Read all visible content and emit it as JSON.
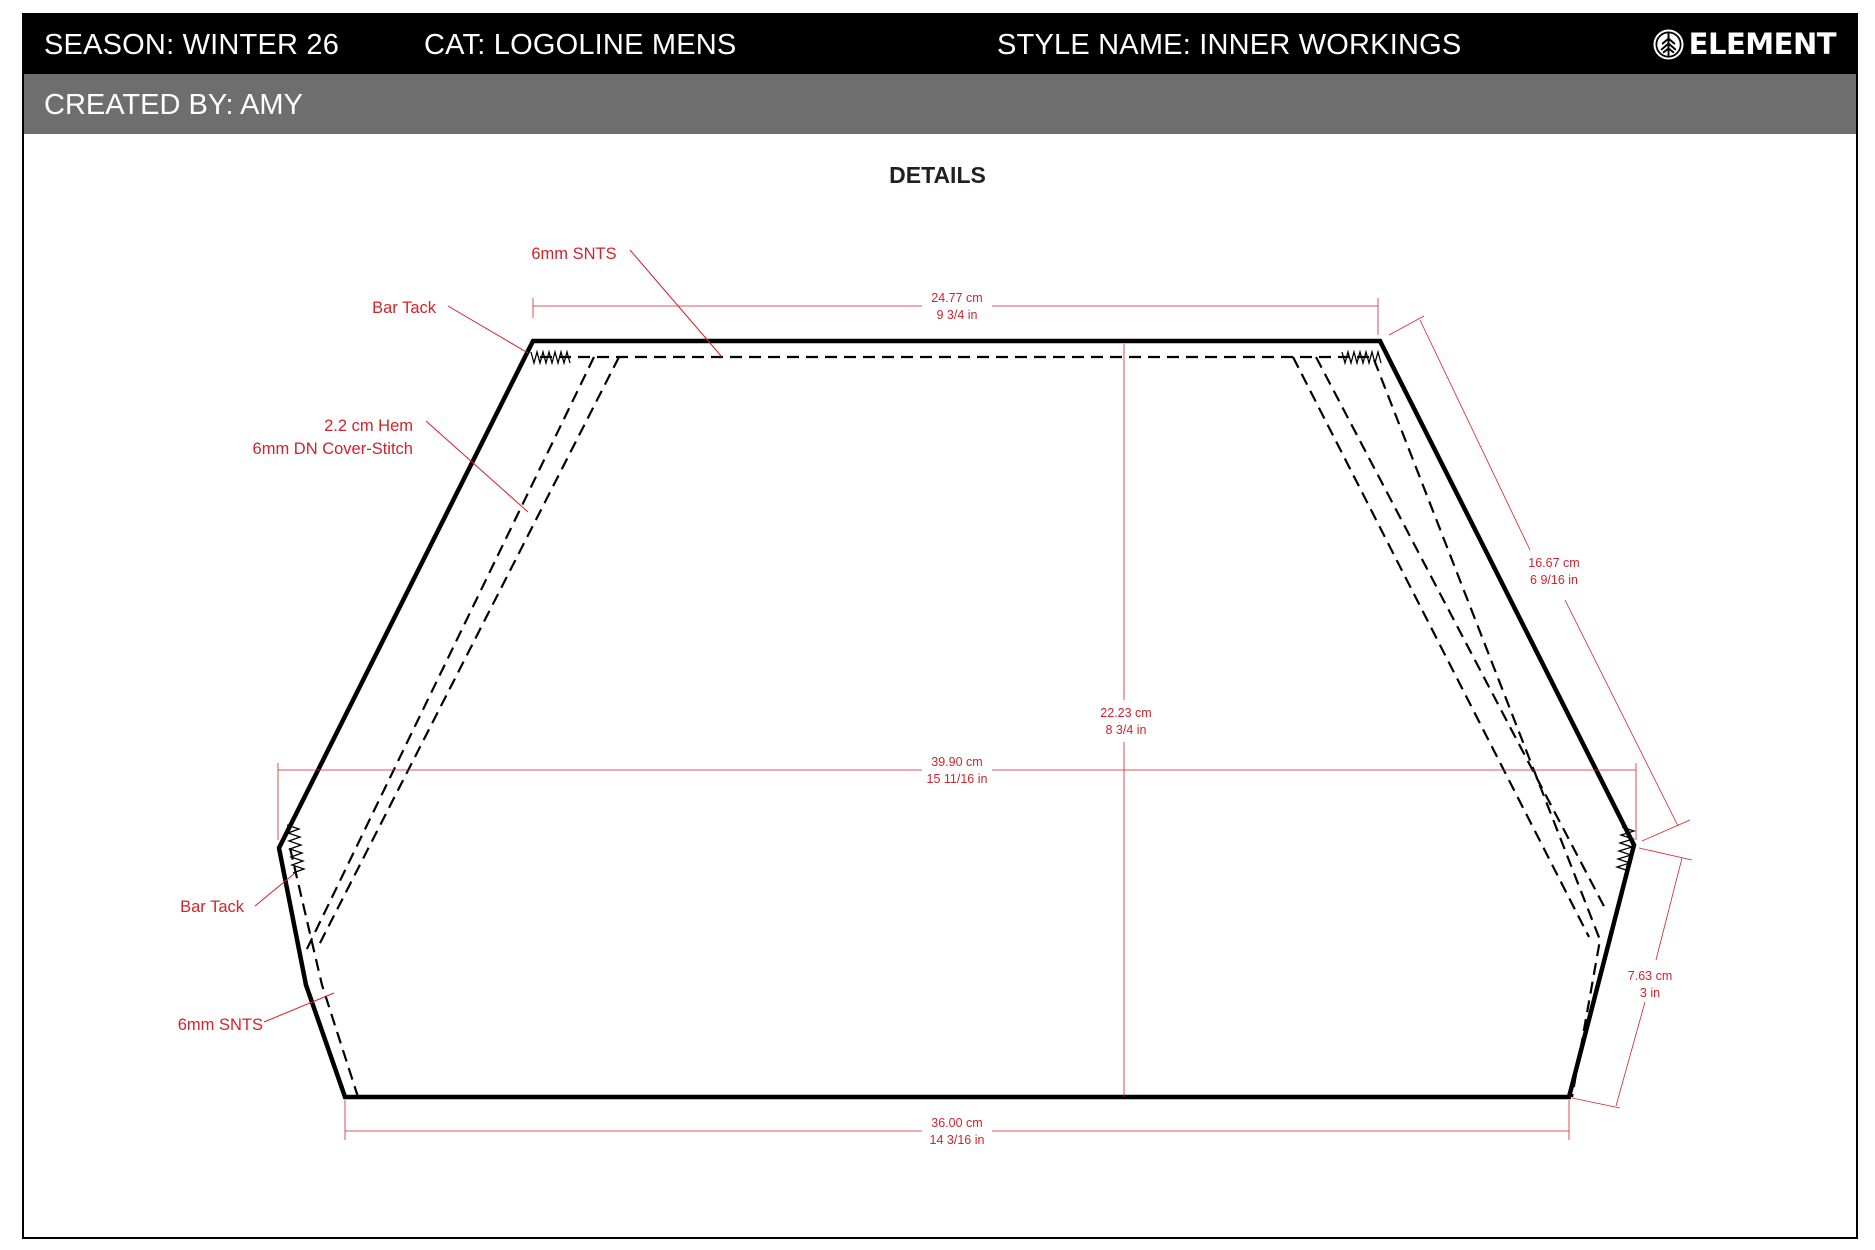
{
  "header": {
    "season": "SEASON: WINTER 26",
    "category": "CAT: LOGOLINE MENS",
    "style_name": "STYLE NAME: INNER WORKINGS",
    "brand": "ELEMENT",
    "brand_icon": "element-tree-logo-icon",
    "created_by": "CREATED BY: AMY"
  },
  "details": {
    "title": "DETAILS"
  },
  "callouts": {
    "top_snts": "6mm SNTS",
    "top_bar_tack": "Bar Tack",
    "hem_line1": "2.2 cm Hem",
    "hem_line2": "6mm DN Cover-Stitch",
    "bottom_bar_tack": "Bar Tack",
    "bottom_snts": "6mm SNTS"
  },
  "dimensions": {
    "top_width": {
      "cm": "24.77 cm",
      "in": "9 3/4 in"
    },
    "height": {
      "cm": "22.23 cm",
      "in": "8 3/4 in"
    },
    "mid_width": {
      "cm": "39.90 cm",
      "in": "15 11/16 in"
    },
    "upper_side": {
      "cm": "16.67 cm",
      "in": "6 9/16 in"
    },
    "lower_side": {
      "cm": "7.63 cm",
      "in": "3 in"
    },
    "bottom_width": {
      "cm": "36.00 cm",
      "in": "14 3/16 in"
    }
  },
  "colors": {
    "annotation": "#d2232a",
    "outline": "#000000",
    "header_bg": "#000000",
    "subheader_bg": "#6e6e6e"
  }
}
